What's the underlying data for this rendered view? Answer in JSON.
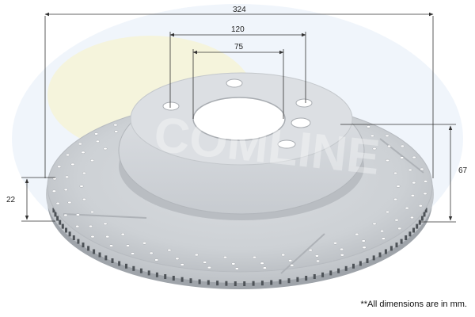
{
  "dimensions": {
    "outer_diameter": "324",
    "bolt_circle": "120",
    "center_bore": "75",
    "thickness": "22",
    "height": "67"
  },
  "watermark": {
    "text": "COMLINE"
  },
  "footnote": "**All dimensions are in mm.",
  "colors": {
    "disc_light": "#d4d7db",
    "disc_mid": "#c4c8cd",
    "disc_dark": "#9ea3a9",
    "line": "#333333",
    "watermark_blue": "#dfe9f7",
    "watermark_yellow": "#f7f2c9"
  }
}
